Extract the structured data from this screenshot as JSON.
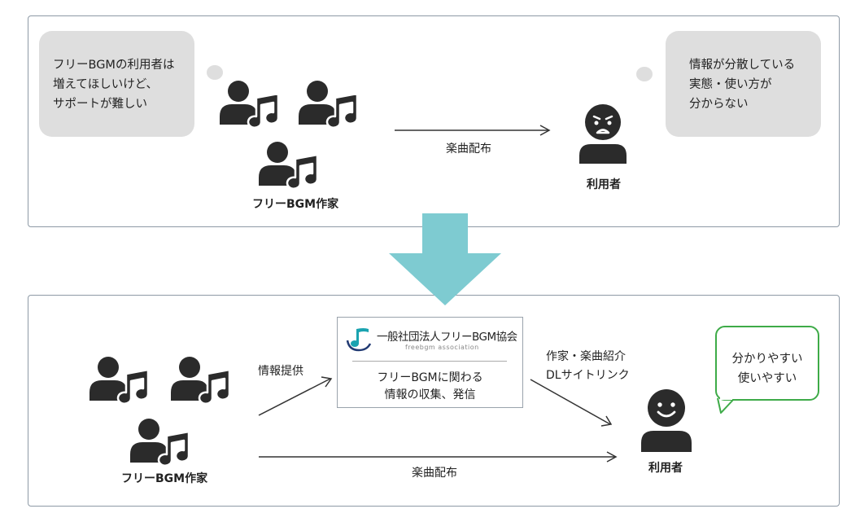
{
  "top": {
    "bubble_left": {
      "lines": [
        "フリーBGMの利用者は",
        "増えてほしいけど、",
        "サポートが難しい"
      ]
    },
    "bubble_right": {
      "lines": [
        "情報が分散している",
        "実態・使い方が",
        "分からない"
      ]
    },
    "creators_label": "フリーBGM作家",
    "user_label": "利用者",
    "arrow_label": "楽曲配布"
  },
  "bottom": {
    "creators_label": "フリーBGM作家",
    "user_label": "利用者",
    "info_label": "情報提供",
    "assoc": {
      "name": "一般社団法人フリーBGM協会",
      "sub": "freebgm association",
      "desc_lines": [
        "フリーBGMに関わる",
        "情報の収集、発信"
      ]
    },
    "link_label_lines": [
      "作家・楽曲紹介",
      "DLサイトリンク"
    ],
    "distribution_label": "楽曲配布",
    "user_bubble": {
      "lines": [
        "分かりやすい",
        "使いやすい"
      ]
    }
  },
  "colors": {
    "arrow_teal": "#7ecbd1",
    "icon_dark": "#2b2b2b",
    "bubble_gray": "#dedede",
    "bubble_green": "#3eab48",
    "logo_teal": "#1aa3b0",
    "logo_navy": "#213a73"
  },
  "icons": {
    "creator": "person-music-icon",
    "user_worried": "worried-person-icon",
    "user_happy": "smiling-person-icon",
    "big_arrow": "arrow-down-icon",
    "logo": "association-logo-icon"
  }
}
